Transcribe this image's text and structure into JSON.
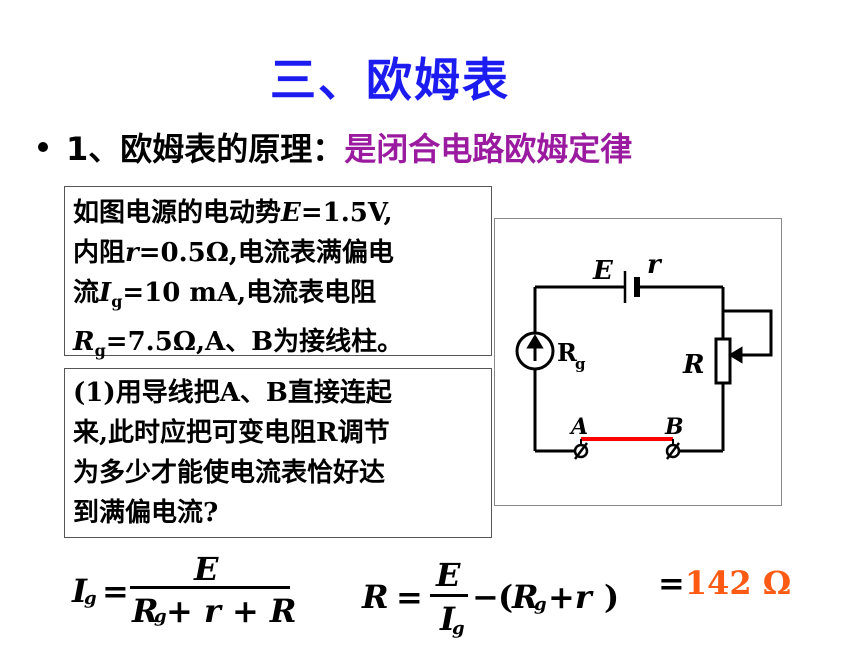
{
  "title": "三、欧姆表",
  "bullet": {
    "prefix": "1、欧姆表的原理：",
    "highlight": "是闭合电路欧姆定律"
  },
  "box1": {
    "l1a": "如图电源的电动势",
    "l1b": "E",
    "l1c": "=1.5V,",
    "l2a": "内阻",
    "l2b": "r",
    "l2c": "=0.5Ω,电流表满偏电",
    "l3a": "流",
    "l3b": "I",
    "l3sub": "g",
    "l3c": "=10 mA,电流表电阻",
    "l4a": "R",
    "l4sub": "g",
    "l4c": "=7.5Ω,A、B为接线柱。"
  },
  "box2": {
    "l1": "(1)用导线把A、B直接连起",
    "l2": "来,此时应把可变电阻R调节",
    "l3": "为多少才能使电流表恰好达",
    "l4": "到满偏电流?"
  },
  "circuit": {
    "label_E": "E",
    "label_r": "r",
    "label_R": "R",
    "label_Rg": "R",
    "label_Rg_sub": "g",
    "label_A": "A",
    "label_B": "B",
    "wire_color": "#000000",
    "short_color": "#ff0000"
  },
  "formula1": {
    "lhs": "I",
    "lhs_sub": "g",
    "eq": "=",
    "num": "E",
    "den_a": "R",
    "den_sub": "g",
    "den_b": "+ r + R"
  },
  "formula2": {
    "lhs": "R",
    "eq": "=",
    "num": "E",
    "den": "I",
    "den_sub": "g",
    "minus": "−",
    "paren_open": "(",
    "p_a": "R",
    "p_sub": "g",
    "p_b": "+r",
    "paren_close": ")"
  },
  "result": {
    "eq": "=",
    "value": "142 Ω"
  },
  "colors": {
    "title": "#1c1cf0",
    "highlight": "#9b1ba0",
    "result": "#ff5a14"
  }
}
